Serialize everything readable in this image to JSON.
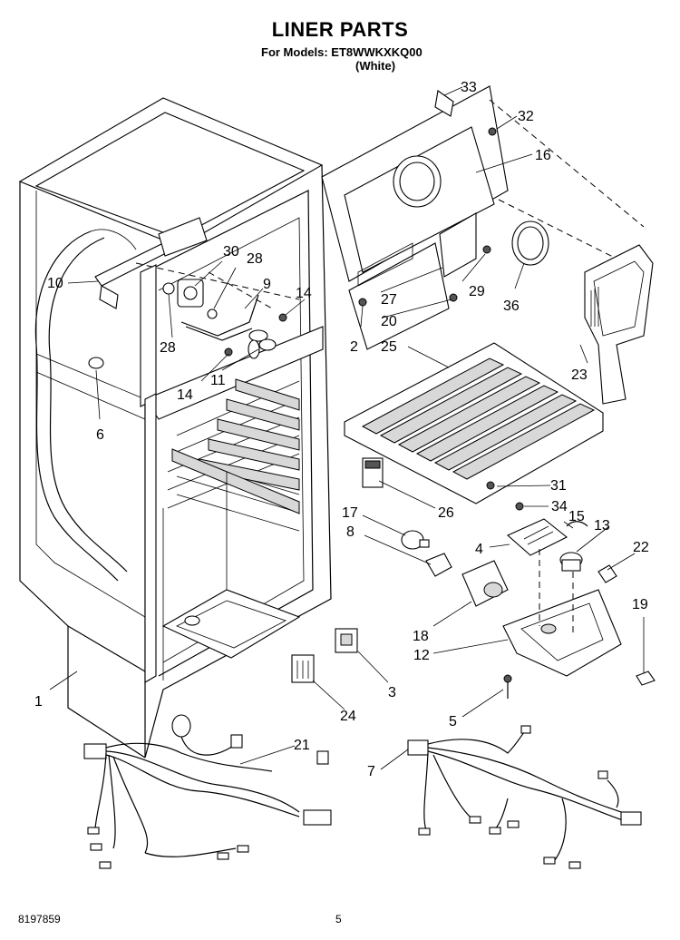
{
  "header": {
    "title": "LINER PARTS",
    "models_line": "For Models: ET8WWKXKQ00",
    "color_line": "(White)"
  },
  "footer": {
    "doc_number": "8197859",
    "page_number": "5"
  },
  "callouts": {
    "c1": "1",
    "c2": "2",
    "c3": "3",
    "c4": "4",
    "c5": "5",
    "c6": "6",
    "c7": "7",
    "c8": "8",
    "c9": "9",
    "c10": "10",
    "c11": "11",
    "c12": "12",
    "c13": "13",
    "c14a": "14",
    "c14b": "14",
    "c15": "15",
    "c16": "16",
    "c17": "17",
    "c18": "18",
    "c19": "19",
    "c20": "20",
    "c21": "21",
    "c22": "22",
    "c23": "23",
    "c24": "24",
    "c25": "25",
    "c26": "26",
    "c27": "27",
    "c28a": "28",
    "c28b": "28",
    "c29": "29",
    "c30": "30",
    "c31": "31",
    "c32": "32",
    "c33": "33",
    "c34": "34",
    "c36": "36"
  }
}
